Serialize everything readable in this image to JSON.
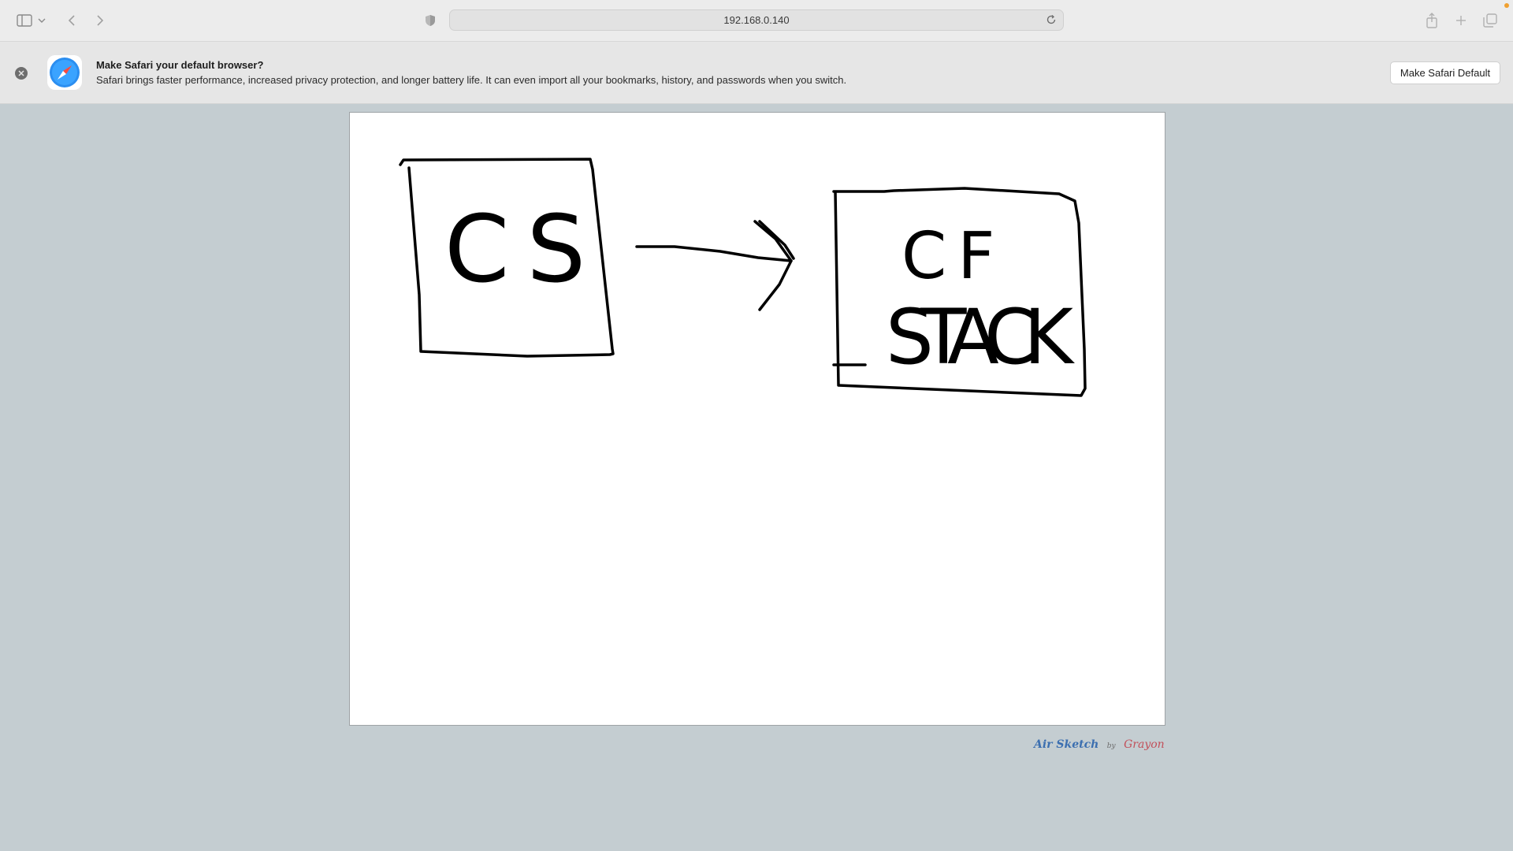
{
  "browser": {
    "url": "192.168.0.140"
  },
  "banner": {
    "title": "Make Safari your default browser?",
    "description": "Safari brings faster performance, increased privacy protection, and longer battery life. It can even import all your bookmarks, history, and passwords when you switch.",
    "button_label": "Make Safari Default"
  },
  "sketch": {
    "box1_text": "CS",
    "box2_line1": "CF",
    "box2_line2": "STACK"
  },
  "footer": {
    "brand_main": "Air Sketch",
    "brand_by": "by",
    "brand_maker": "Grayon"
  },
  "colors": {
    "background": "#c4cdd1",
    "ink": "#000000",
    "accent_dot": "#f0a030"
  }
}
